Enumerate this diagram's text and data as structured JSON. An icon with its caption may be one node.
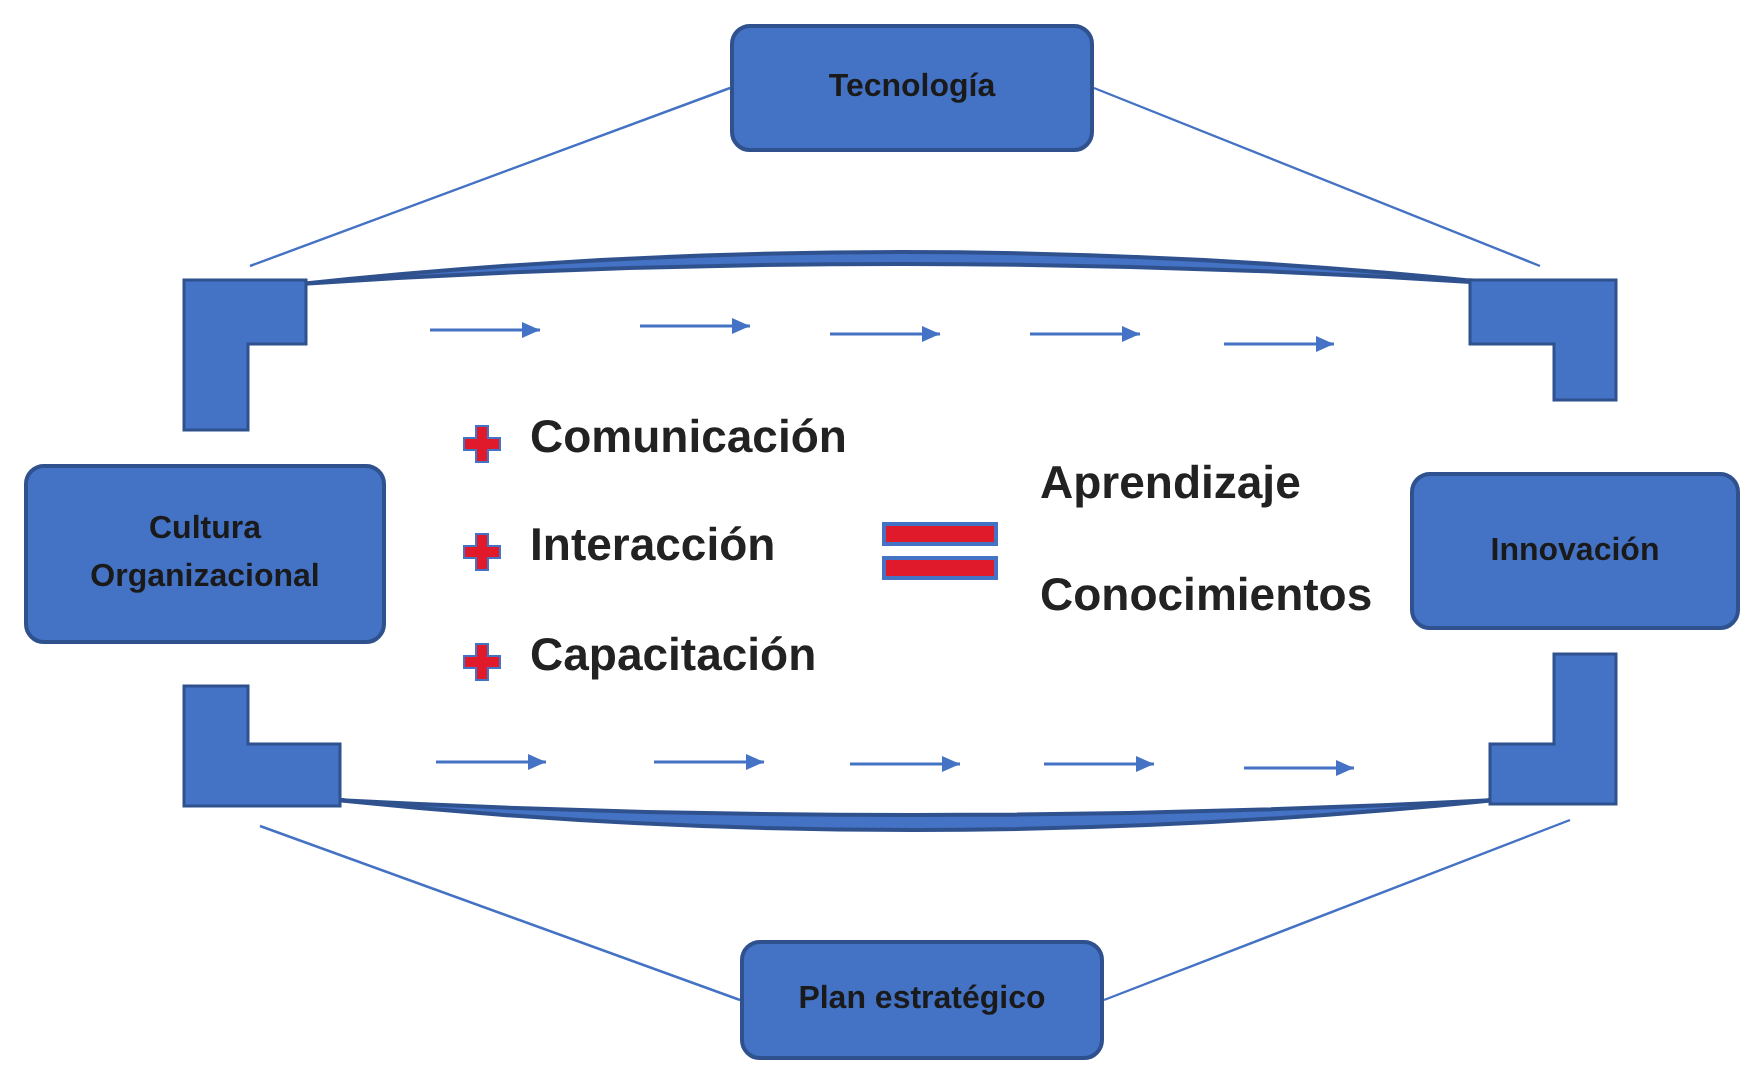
{
  "diagram": {
    "nodes": [
      {
        "text": [
          "Tecnología"
        ]
      },
      {
        "text": [
          "Cultura Organizacional"
        ]
      },
      {
        "text": [
          "Innovación"
        ]
      },
      {
        "text": [
          "Plan estratégico"
        ]
      }
    ],
    "edges": [
      {
        "from": 0,
        "to": null,
        "arrow": "none"
      },
      {
        "from": 0,
        "to": null,
        "arrow": "none"
      },
      {
        "from": 3,
        "to": null,
        "arrow": "none"
      },
      {
        "from": 3,
        "to": null,
        "arrow": "none"
      }
    ],
    "labels": [
      "Comunicación",
      "Interacción",
      "Capacitación",
      "Aprendizaje",
      "Conocimientos"
    ]
  }
}
